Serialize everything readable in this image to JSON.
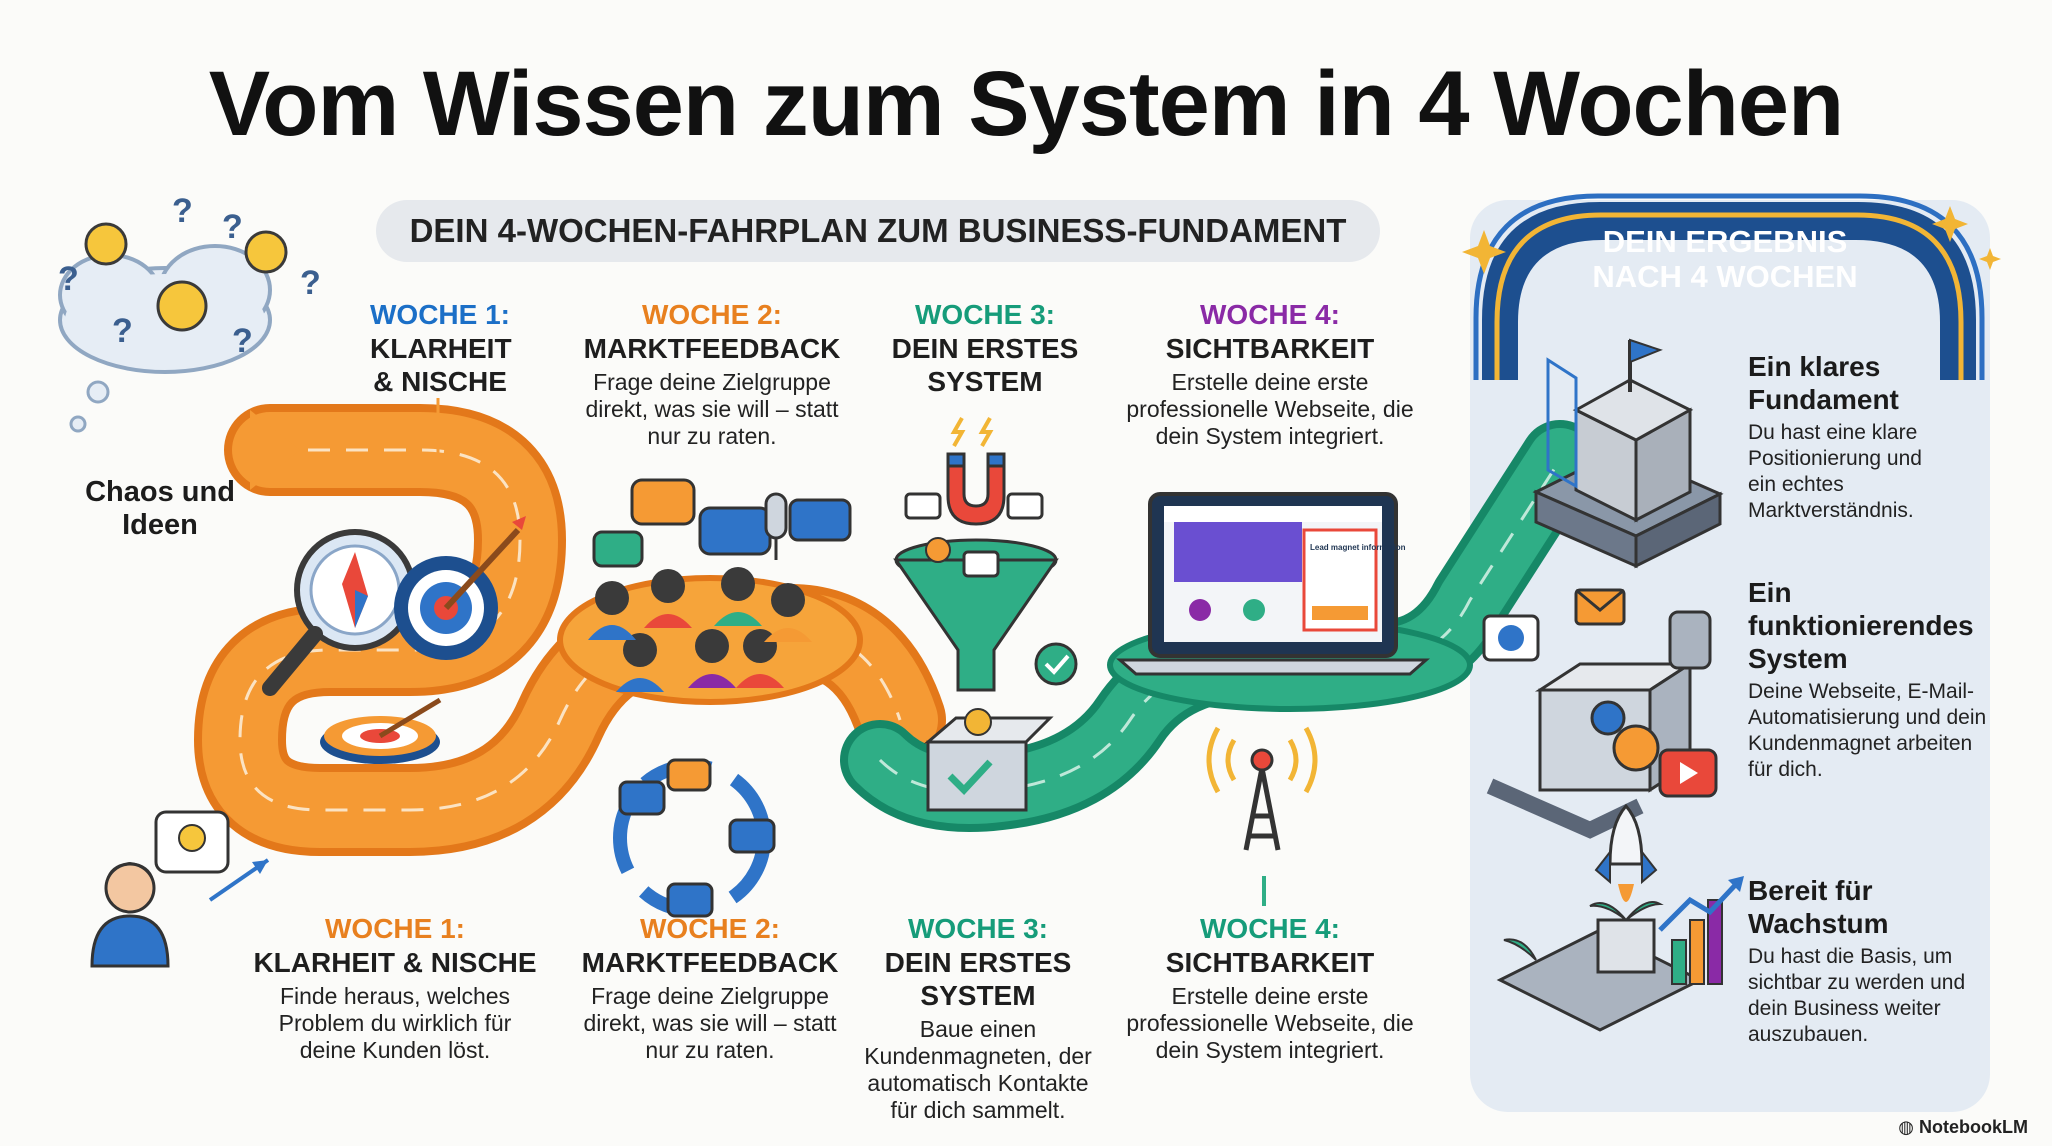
{
  "title": "Vom Wissen zum System in 4 Wochen",
  "subtitle": "DEIN 4-WOCHEN-FAHRPLAN ZUM BUSINESS-FUNDAMENT",
  "start_label": "Chaos und Ideen",
  "colors": {
    "week1": "#1b6fc7",
    "week2": "#e8801f",
    "week3": "#169c7a",
    "week4": "#8a2aa6",
    "road_orange": "#f08a22",
    "road_green": "#2aa37d",
    "result_blue": "#14356e"
  },
  "weeks_top": [
    {
      "label": "WOCHE 1:",
      "title": "KLARHEIT & NISCHE",
      "desc": ""
    },
    {
      "label": "WOCHE 2:",
      "title": "MARKTFEEDBACK",
      "desc": "Frage deine Zielgruppe direkt, was sie will – statt nur zu raten."
    },
    {
      "label": "WOCHE 3:",
      "title": "DEIN ERSTES SYSTEM",
      "desc": ""
    },
    {
      "label": "WOCHE 4:",
      "title": "SICHTBARKEIT",
      "desc": "Erstelle deine erste professionelle Webseite, die dein System integriert."
    }
  ],
  "weeks_bottom": [
    {
      "label": "WOCHE 1:",
      "title": "KLARHEIT & NISCHE",
      "desc": "Finde heraus, welches Problem du wirklich für deine Kunden löst."
    },
    {
      "label": "WOCHE 2:",
      "title": "MARKTFEEDBACK",
      "desc": "Frage deine Zielgruppe direkt, was sie will – statt nur zu raten."
    },
    {
      "label": "WOCHE 3:",
      "title": "DEIN ERSTES SYSTEM",
      "desc": "Baue einen Kundenmagneten, der automatisch Kontakte für dich sammelt."
    },
    {
      "label": "WOCHE 4:",
      "title": "SICHTBARKEIT",
      "desc": "Erstelle deine erste professionelle Webseite, die dein System integriert."
    }
  ],
  "result": {
    "header": "DEIN ERGEBNIS NACH 4 WOCHEN",
    "items": [
      {
        "title": "Ein klares Fundament",
        "desc": "Du hast eine klare Positionierung und ein echtes Marktverständnis."
      },
      {
        "title": "Ein funktionierendes System",
        "desc": "Deine Webseite, E-Mail-Automatisierung und dein Kundenmagnet arbeiten für dich."
      },
      {
        "title": "Bereit für Wachstum",
        "desc": "Du hast die Basis, um sichtbar zu werden und dein Business weiter auszubauen."
      }
    ]
  },
  "laptop_form": {
    "heading": "Lead magnet information"
  },
  "brand": "NotebookLM"
}
